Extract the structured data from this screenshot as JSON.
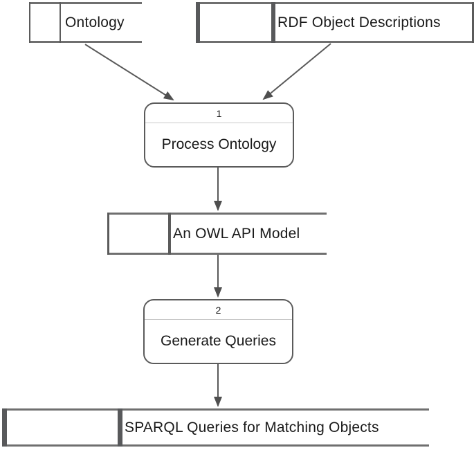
{
  "stores": {
    "ontology": {
      "label": "Ontology"
    },
    "rdf": {
      "label": "RDF Object Descriptions"
    },
    "owl": {
      "label": "An OWL API Model"
    },
    "sparql": {
      "label": "SPARQL Queries for Matching Objects"
    }
  },
  "processes": {
    "p1": {
      "number": "1",
      "label": "Process Ontology"
    },
    "p2": {
      "number": "2",
      "label": "Generate Queries"
    }
  },
  "colors": {
    "stroke_dark": "#595959",
    "stroke_medium": "#6f6f6f",
    "arrowhead": "#4f4f4f",
    "process_divider": "#c9c9c9",
    "text": "#1a1a1a",
    "background": "#ffffff"
  }
}
